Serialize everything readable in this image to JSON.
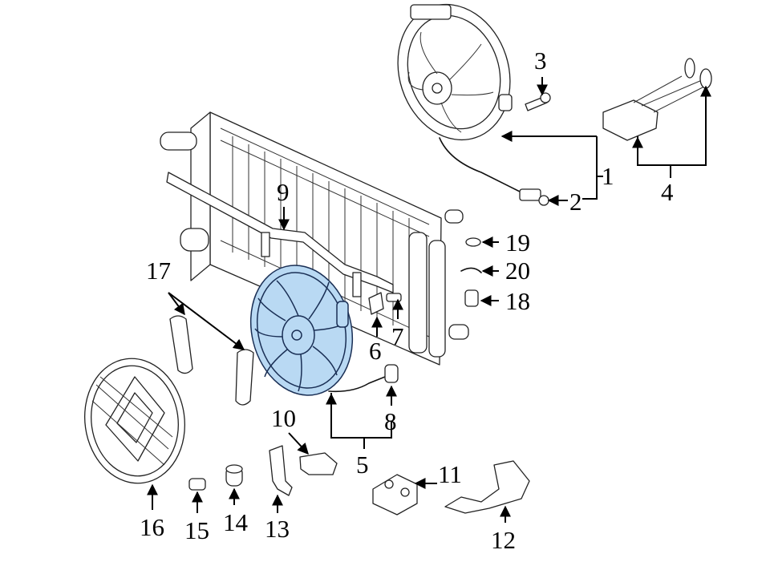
{
  "diagram": {
    "highlight_color": "#b9d9f3",
    "parts": [
      {
        "id": "1",
        "label": "1"
      },
      {
        "id": "2",
        "label": "2"
      },
      {
        "id": "3",
        "label": "3"
      },
      {
        "id": "4",
        "label": "4"
      },
      {
        "id": "5",
        "label": "5"
      },
      {
        "id": "6",
        "label": "6"
      },
      {
        "id": "7",
        "label": "7"
      },
      {
        "id": "8",
        "label": "8"
      },
      {
        "id": "9",
        "label": "9"
      },
      {
        "id": "10",
        "label": "10"
      },
      {
        "id": "11",
        "label": "11"
      },
      {
        "id": "12",
        "label": "12"
      },
      {
        "id": "13",
        "label": "13"
      },
      {
        "id": "14",
        "label": "14"
      },
      {
        "id": "15",
        "label": "15"
      },
      {
        "id": "16",
        "label": "16"
      },
      {
        "id": "17",
        "label": "17"
      },
      {
        "id": "18",
        "label": "18"
      },
      {
        "id": "19",
        "label": "19"
      },
      {
        "id": "20",
        "label": "20"
      }
    ],
    "highlighted_part": "5"
  }
}
